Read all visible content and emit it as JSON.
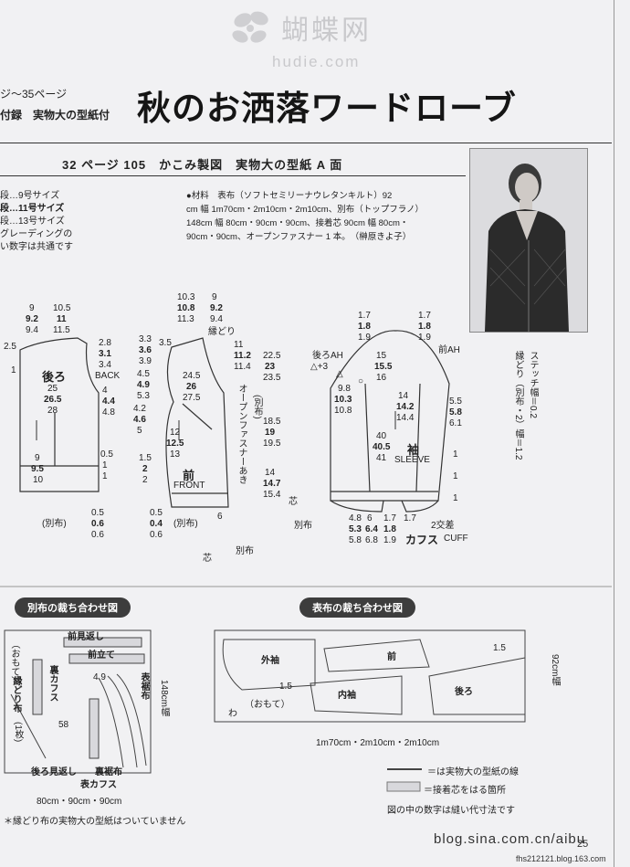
{
  "watermark": {
    "chinese": "蝴蝶网",
    "url": "hudie.com"
  },
  "header": {
    "pages": "ジ〜35ページ",
    "supplement": "付録　実物大の型紙付",
    "title": "秋のお洒落ワードローブ"
  },
  "subheader": "32 ページ 105　かこみ製図　実物大の型紙 A 面",
  "sizes": {
    "line1": "段…9号サイズ",
    "line2": "段…11号サイズ",
    "line3": "段…13号サイズ",
    "line4": "グレーディングの",
    "line5": "い数字は共通です"
  },
  "materials": {
    "text1": "●材料　表布（ソフトセミリーナウレタンキルト）92",
    "text2": "cm 幅 1m70cm・2m10cm・2m10cm、別布（トップフラノ）",
    "text3": "148cm 幅 80cm・90cm・90cm、接着芯 90cm 幅 80cm・",
    "text4": "90cm・90cm、オープンファスナー 1 本。",
    "credit": "（榊原きよ子）"
  },
  "back_piece": {
    "top_a": "9",
    "top_b": "9.2",
    "top_c": "9.4",
    "top2_a": "10.5",
    "top2_b": "11",
    "top2_c": "11.5",
    "shoulder_a": "2.8",
    "shoulder_b": "3.1",
    "shoulder_c": "3.4",
    "label": "後ろ",
    "label_en": "BACK",
    "side_a": "4",
    "side_b": "4.4",
    "side_c": "4.8",
    "left": "2.5",
    "left2": "1",
    "width_a": "25",
    "width_b": "26.5",
    "width_c": "28",
    "hem_a": "9",
    "hem_b": "9.5",
    "hem_c": "10",
    "r1": "0.5",
    "r2": "1",
    "r3": "1",
    "bot_a": "0.5",
    "bot_b": "0.6",
    "bot_c": "0.6",
    "extra": "(別布)"
  },
  "front_piece": {
    "top_a": "10.3",
    "top_b": "10.8",
    "top_c": "11.3",
    "top2_a": "9",
    "top2_b": "9.2",
    "top2_c": "9.4",
    "trim": "縁どり",
    "l1_a": "3.3",
    "l1_b": "3.6",
    "l1_c": "3.9",
    "l2_a": "4.5",
    "l2_b": "4.9",
    "l2_c": "5.3",
    "l3_a": "4.2",
    "l3_b": "4.6",
    "l3_c": "5",
    "l4": "3.5",
    "l5_a": "1.5",
    "l5_b": "2",
    "l5_c": "2",
    "mid_a": "24.5",
    "mid_b": "26",
    "mid_c": "27.5",
    "hem_a": "12",
    "hem_b": "12.5",
    "hem_c": "13",
    "label": "前",
    "label_en": "FRONT",
    "r_a": "11",
    "r_b": "11.2",
    "r_c": "11.4",
    "zipper": "オープンファスナーあき",
    "bessu": "(別布)",
    "v_a": "22.5",
    "v_b": "23",
    "v_c": "23.5",
    "v2_a": "18.5",
    "v2_b": "19",
    "v2_c": "19.5",
    "v3_a": "14",
    "v3_b": "14.7",
    "v3_c": "15.4",
    "bot_a": "0.5",
    "bot_b": "0.4",
    "bot_c": "0.6",
    "bot_extra": "(別布)",
    "six": "6",
    "core": "芯",
    "betsu": "別布",
    "core2": "芯"
  },
  "sleeve_piece": {
    "t1_a": "1.7",
    "t1_b": "1.8",
    "t1_c": "1.9",
    "t2_a": "1.7",
    "t2_b": "1.8",
    "t2_c": "1.9",
    "back_ah": "後ろAH",
    "front_ah": "前AH",
    "ah_adj": "△+3",
    "top_a": "15",
    "top_b": "15.5",
    "top_c": "16",
    "l_a": "9.8",
    "l_b": "10.3",
    "l_c": "10.8",
    "c_a": "14",
    "c_b": "14.2",
    "c_c": "14.4",
    "r_a": "5.5",
    "r_b": "5.8",
    "r_c": "6.1",
    "len_a": "40",
    "len_b": "40.5",
    "len_c": "41",
    "label": "袖",
    "label_en": "SLEEVE",
    "circ": "○",
    "tri": "△",
    "b_a": "4.8",
    "b_b": "5.3",
    "b_c": "5.8",
    "b2_a": "6",
    "b2_b": "6.4",
    "b2_c": "6.8",
    "b3_a": "1.7",
    "b3_b": "1.7",
    "b3_c": "1.8",
    "b3_d": "1.9",
    "cross": "2交差",
    "cuff": "カフス",
    "cuff_en": "CUFF",
    "bessu": "別布",
    "r2": "1",
    "r3": "1",
    "r4": "1"
  },
  "stitch_note": {
    "a": "ステッチ幅＝0.2",
    "b": "縁どり（別布・2）幅＝1.2"
  },
  "cut_layout_sub": {
    "title": "別布の裁ち合わせ図",
    "omote": "（おもて）",
    "mae_mikaeshi": "前見返し",
    "mae_date": "前立て",
    "ura_cuffs": "裏カフス",
    "heri_dori": "縁どり布",
    "heri_count": "(1枚)",
    "omote_suso": "表裾布",
    "ushiro_mikaeshi": "後ろ見返し",
    "ura_suso": "裏裾布",
    "omote_cuffs": "表カフス",
    "val_49": "4.9",
    "val_58": "58",
    "width_label": "148cm幅",
    "length": "80cm・90cm・90cm"
  },
  "cut_layout_main": {
    "title": "表布の裁ち合わせ図",
    "sotosode": "外袖",
    "mae": "前",
    "uchisode": "内袖",
    "ushiro": "後ろ",
    "omote": "（おもて）",
    "wa": "わ",
    "margin": "1.5",
    "width_label": "92cm幅",
    "length": "1m70cm・2m10cm・2m10cm"
  },
  "legend": {
    "line": "＝は実物大の型紙の線",
    "shaded": "＝接着芯をはる箇所",
    "note": "図の中の数字は縫い代寸法です"
  },
  "footer": {
    "note": "＊縁どり布の実物大の型紙はついていません",
    "blog": "blog.sina.com.cn/aibu",
    "blog2": "fhs212121.blog.163.com",
    "page": "25"
  }
}
